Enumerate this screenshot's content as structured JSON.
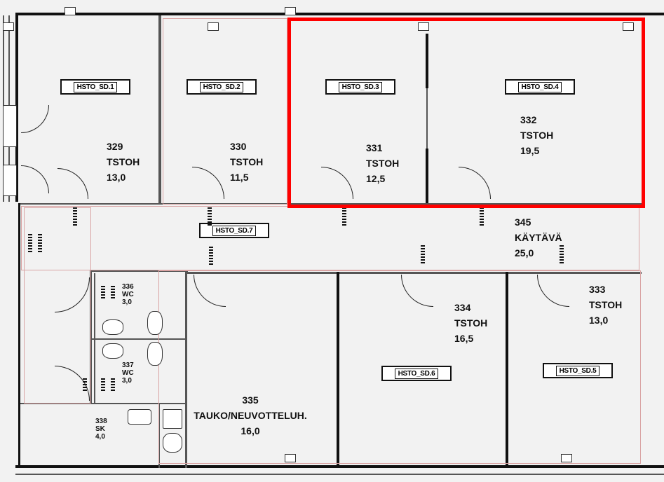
{
  "tags": {
    "t1": "HSTO_SD.1",
    "t2": "HSTO_SD.2",
    "t3": "HSTO_SD.3",
    "t4": "HSTO_SD.4",
    "t5": "HSTO_SD.5",
    "t6": "HSTO_SD.6",
    "t7": "HSTO_SD.7"
  },
  "rooms": {
    "r329": {
      "number": "329",
      "name": "TSTOH",
      "area": "13,0"
    },
    "r330": {
      "number": "330",
      "name": "TSTOH",
      "area": "11,5"
    },
    "r331": {
      "number": "331",
      "name": "TSTOH",
      "area": "12,5"
    },
    "r332": {
      "number": "332",
      "name": "TSTOH",
      "area": "19,5"
    },
    "r333": {
      "number": "333",
      "name": "TSTOH",
      "area": "13,0"
    },
    "r334": {
      "number": "334",
      "name": "TSTOH",
      "area": "16,5"
    },
    "r335": {
      "number": "335",
      "name": "TAUKO/NEUVOTTELUH.",
      "area": "16,0"
    },
    "r336": {
      "number": "336",
      "name": "WC",
      "area": "3,0"
    },
    "r337": {
      "number": "337",
      "name": "WC",
      "area": "3,0"
    },
    "r338": {
      "number": "338",
      "name": "SK",
      "area": "4,0"
    },
    "r345": {
      "number": "345",
      "name": "KÄYTÄVÄ",
      "area": "25,0"
    }
  },
  "colors": {
    "highlight": "#ff0000",
    "walls": "#111111",
    "background": "#f2f2f2"
  }
}
